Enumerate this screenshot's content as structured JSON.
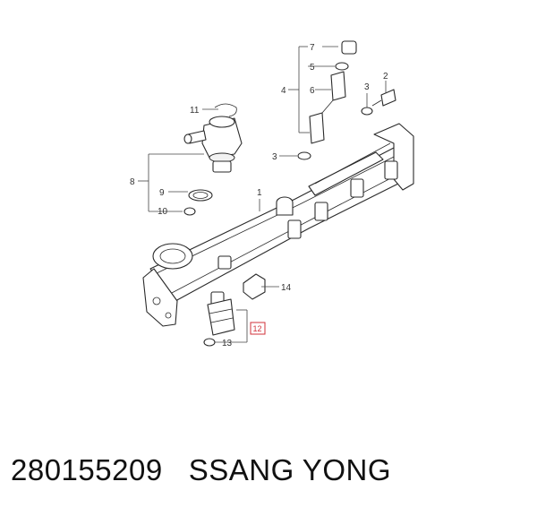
{
  "caption": {
    "part_number": "280155209",
    "brand": "SSANG YONG"
  },
  "colors": {
    "line": "#2a2a2a",
    "highlight": "#d0303a",
    "text": "#333333"
  },
  "callouts": {
    "c1": "1",
    "c2": "2",
    "c3a": "3",
    "c3b": "3",
    "c4": "4",
    "c5": "5",
    "c6": "6",
    "c7": "7",
    "c8": "8",
    "c9": "9",
    "c10": "10",
    "c11": "11",
    "c12": "12",
    "c13": "13",
    "c14": "14"
  }
}
